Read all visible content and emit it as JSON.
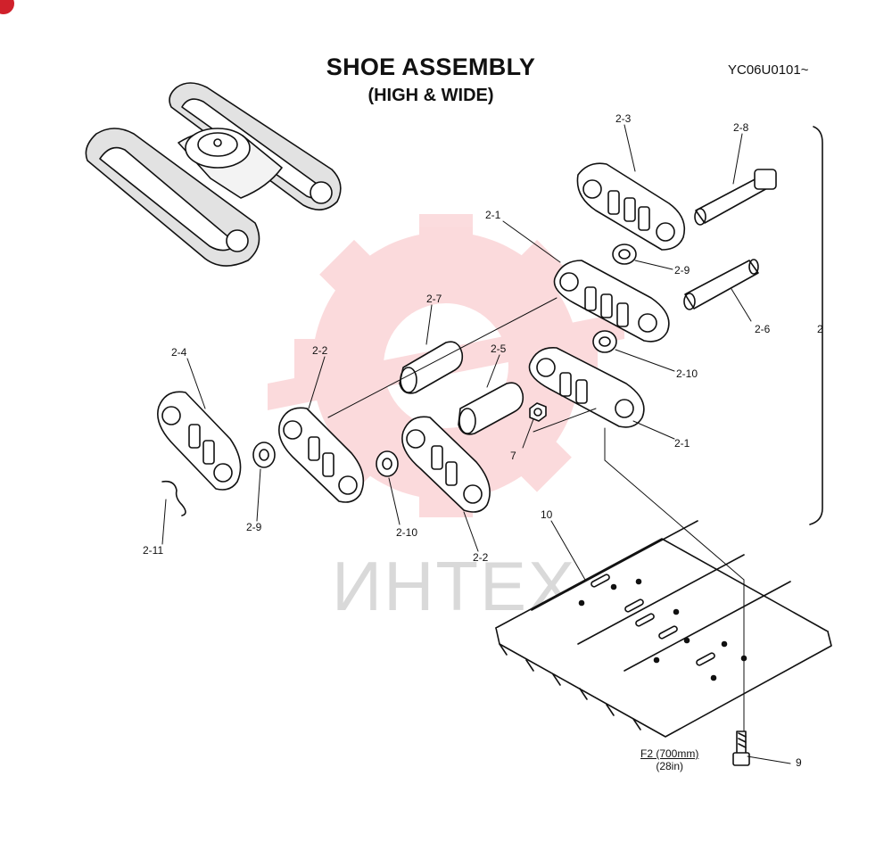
{
  "title": "SHOE ASSEMBLY",
  "subtitle": "(HIGH & WIDE)",
  "code": "YC06U0101~",
  "watermark": "ИНТЕХ",
  "shoe_size": "F2 (700mm)",
  "shoe_size_in": "(28in)",
  "labels": {
    "l2_3": "2-3",
    "l2_8": "2-8",
    "l2_1a": "2-1",
    "l2_9a": "2-9",
    "l2_6": "2-6",
    "l2": "2",
    "l2_7": "2-7",
    "l2_10a": "2-10",
    "l2_4": "2-4",
    "l2_2a": "2-2",
    "l2_5": "2-5",
    "l2_1b": "2-1",
    "l7": "7",
    "l2_9b": "2-9",
    "l2_10b": "2-10",
    "l2_11": "2-11",
    "l2_2b": "2-2",
    "l10": "10",
    "l9": "9"
  }
}
